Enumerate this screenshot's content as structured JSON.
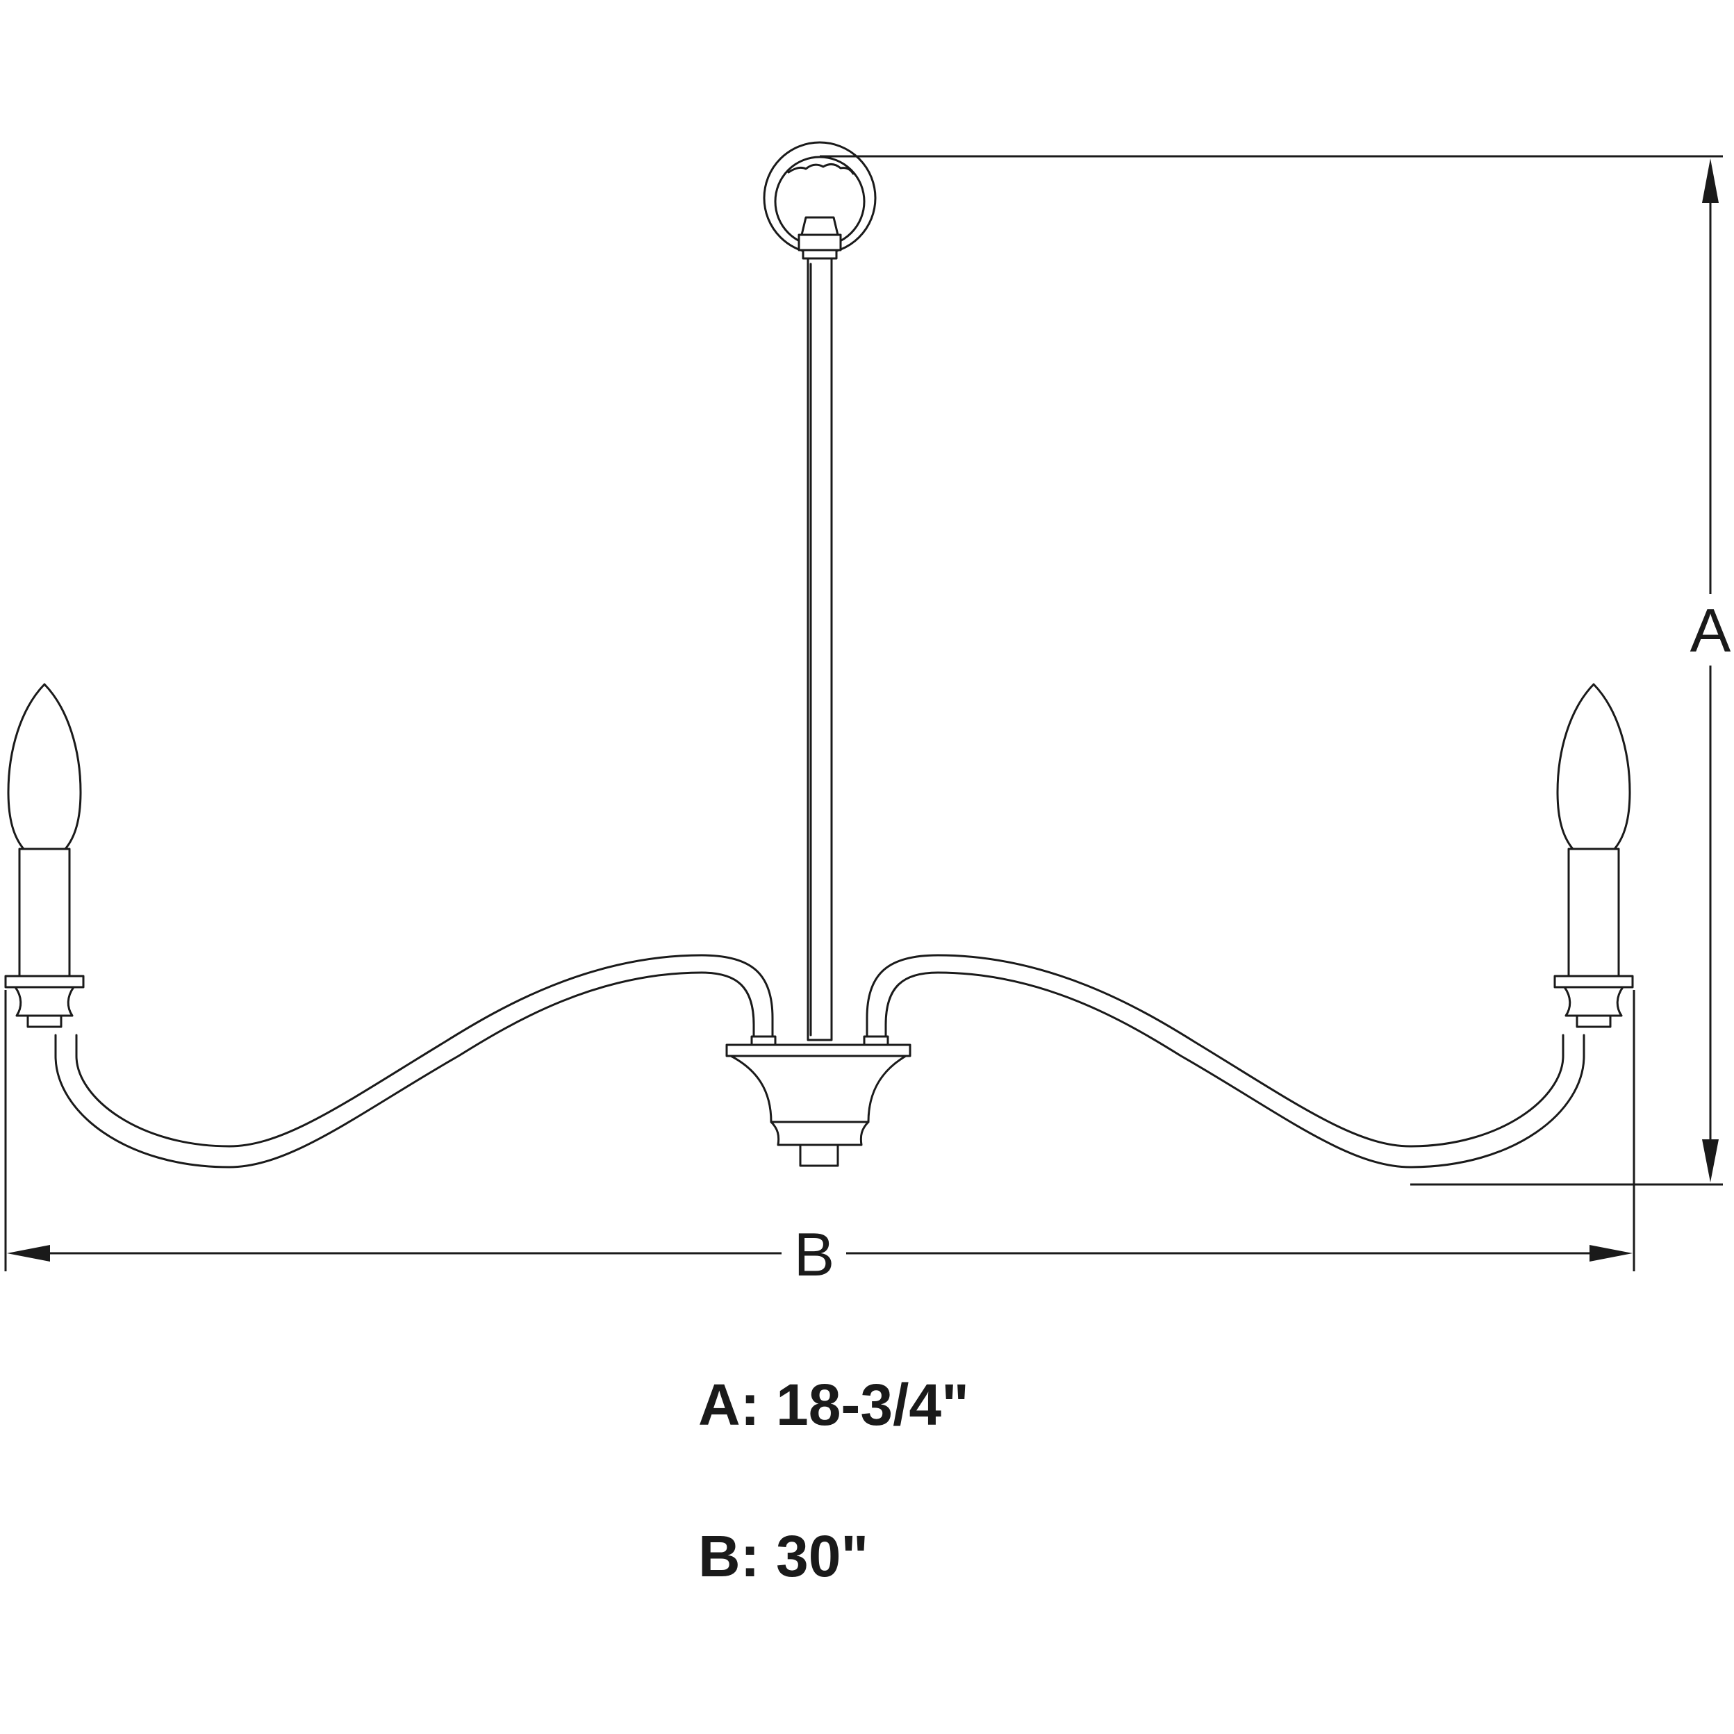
{
  "dimension_labels": {
    "a_letter": "A",
    "b_letter": "B"
  },
  "specs": {
    "a": "A: 18-3/4\"",
    "b": "B: 30\""
  },
  "colors": {
    "line": "#1a1a1a",
    "background": "#ffffff"
  }
}
